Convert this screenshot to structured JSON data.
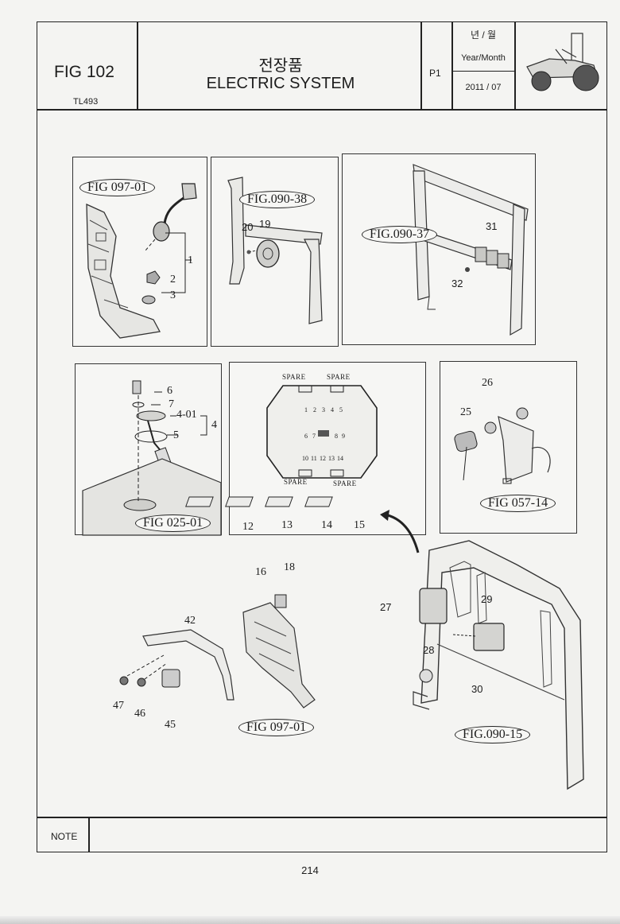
{
  "header": {
    "fig_number": "FIG 102",
    "model": "TL493",
    "title_korean": "전장품",
    "title_english": "ELECTRIC SYSTEM",
    "page": "P1",
    "year_month_korean": "년 / 월",
    "year_month_english": "Year/Month",
    "year_month_value": "2011 / 07"
  },
  "panels": {
    "panel_1": {
      "ref": "FIG 097-01",
      "parts": [
        "1",
        "2",
        "3"
      ]
    },
    "panel_2": {
      "ref": "FIG.090-38",
      "parts": [
        "20",
        "19"
      ]
    },
    "panel_3": {
      "ref": "FIG.090-37",
      "parts": [
        "31",
        "32"
      ]
    },
    "panel_4": {
      "ref": "FIG 025-01",
      "parts": [
        "6",
        "7",
        "4-01",
        "4",
        "5"
      ]
    },
    "panel_5": {
      "spare_labels": [
        "SPARE",
        "SPARE",
        "SPARE",
        "SPARE"
      ],
      "fuse_numbers_row1": [
        "1",
        "2",
        "3",
        "4",
        "5"
      ],
      "fuse_numbers_row2": [
        "6",
        "7",
        "8",
        "9"
      ],
      "fuse_numbers_row3": [
        "10",
        "11",
        "12",
        "13",
        "14"
      ],
      "fuse_parts": [
        "12",
        "13",
        "14",
        "15"
      ]
    },
    "panel_6": {
      "ref": "FIG 057-14",
      "parts": [
        "26",
        "25"
      ]
    }
  },
  "lower": {
    "ref_frame": "FIG.090-15",
    "frame_parts": [
      "27",
      "29",
      "28",
      "30"
    ],
    "ref_bracket": "FIG 097-01",
    "bracket_parts": [
      "16",
      "18",
      "42",
      "47",
      "46",
      "45"
    ]
  },
  "note_label": "NOTE",
  "page_number": "214"
}
